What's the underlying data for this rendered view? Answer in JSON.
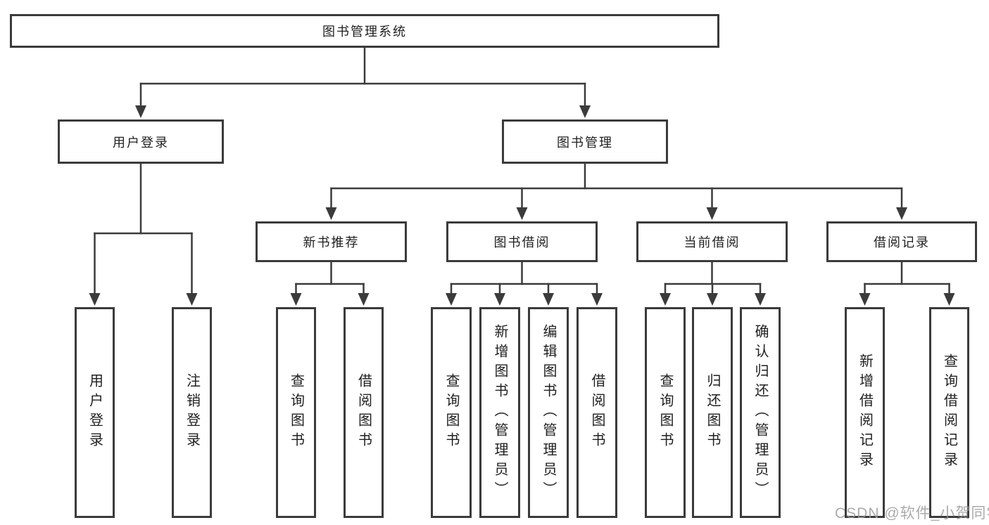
{
  "diagram": {
    "root": {
      "label": "图书管理系统"
    },
    "level2": [
      {
        "label": "用户登录"
      },
      {
        "label": "图书管理"
      }
    ],
    "level3": [
      {
        "label": "新书推荐"
      },
      {
        "label": "图书借阅"
      },
      {
        "label": "当前借阅"
      },
      {
        "label": "借阅记录"
      }
    ],
    "leaves": {
      "user_login": [
        {
          "label": "用户登录"
        },
        {
          "label": "注销登录"
        }
      ],
      "new_book": [
        {
          "label": "查询图书"
        },
        {
          "label": "借阅图书"
        }
      ],
      "book_borrow": [
        {
          "label": "查询图书"
        },
        {
          "label": "新增图书（管理员）"
        },
        {
          "label": "编辑图书（管理员）"
        },
        {
          "label": "借阅图书"
        }
      ],
      "current_borrow": [
        {
          "label": "查询图书"
        },
        {
          "label": "归还图书"
        },
        {
          "label": "确认归还（管理员）"
        }
      ],
      "borrow_record": [
        {
          "label": "新增借阅记录"
        },
        {
          "label": "查询借阅记录"
        }
      ]
    }
  },
  "watermark": {
    "text": "CSDN @软件_小贺同学"
  },
  "colors": {
    "line": "#3b3b3b",
    "border": "#3b3b3b",
    "text": "#1f1f1f",
    "background": "#ffffff",
    "watermark": "#999999"
  }
}
